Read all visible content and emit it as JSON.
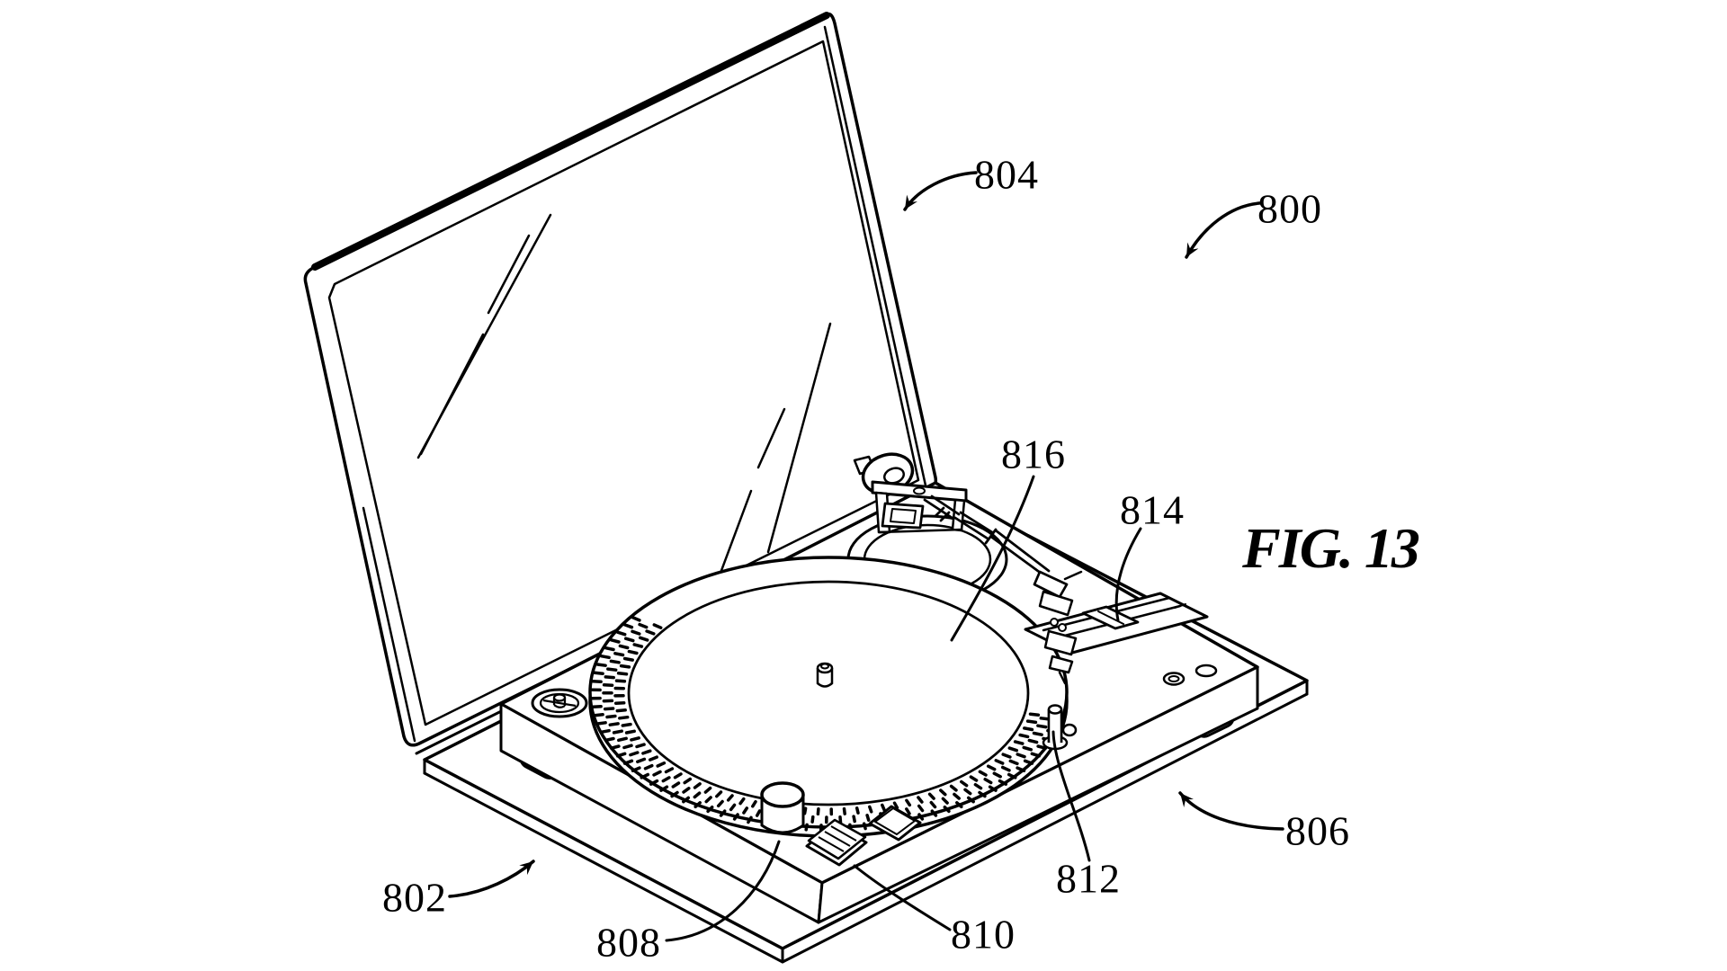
{
  "colors": {
    "ink": "#000000",
    "background": "#ffffff"
  },
  "figure": {
    "caption": "FIG. 13"
  },
  "labels": {
    "n800": "800",
    "n802": "802",
    "n804": "804",
    "n806": "806",
    "n808": "808",
    "n810": "810",
    "n812": "812",
    "n814": "814",
    "n816": "816"
  }
}
